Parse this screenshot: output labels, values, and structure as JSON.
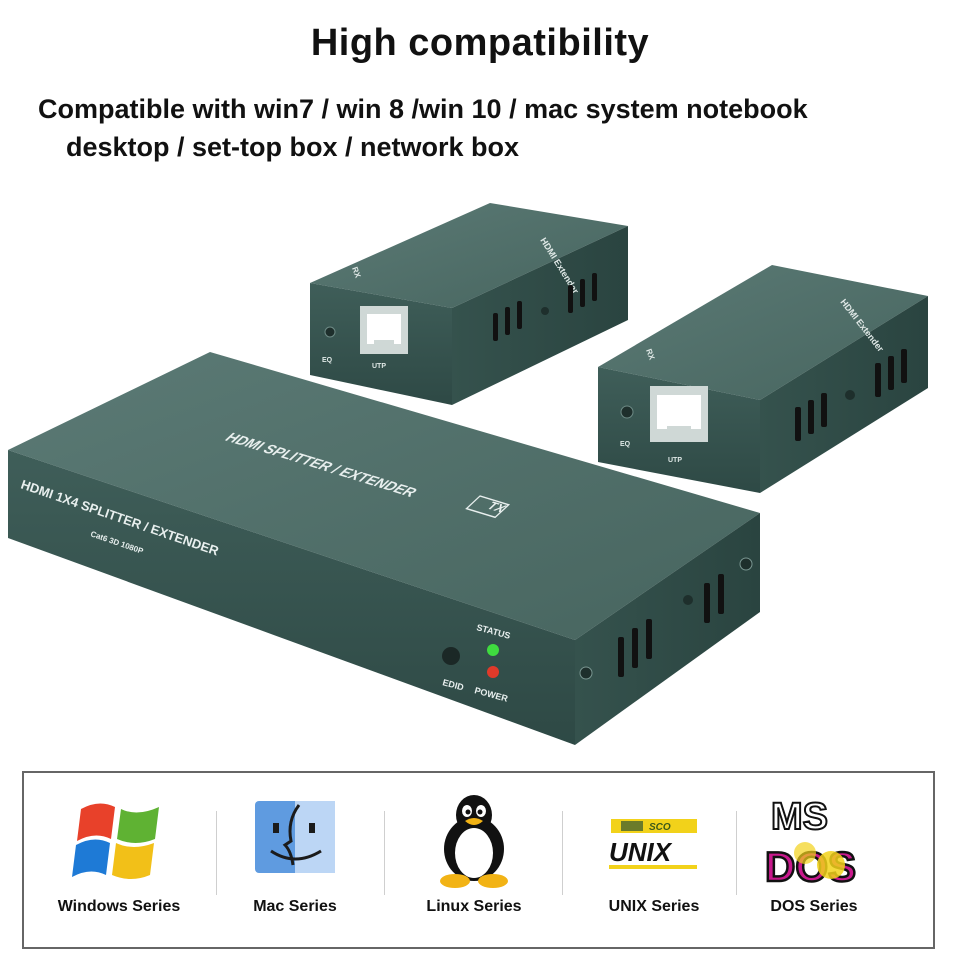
{
  "header": {
    "title": "High compatibility",
    "line1": "Compatible with win7 / win 8 /win 10 / mac system notebook",
    "line2": "desktop / set-top box / network box"
  },
  "product": {
    "main_top_label": "HDMI SPLITTER / EXTENDER",
    "main_tx_badge": "TX",
    "main_front_label": "HDMI 1X4 SPLITTER / EXTENDER",
    "main_front_sub": "Cat6  3D  1080P",
    "status_label": "STATUS",
    "power_label": "POWER",
    "edid_label": "EDID",
    "receiver_top_label": "HDMI Extender",
    "receiver_side_label": "RX",
    "receiver_eq_label": "EQ",
    "receiver_utp_label": "UTP",
    "status_led_color": "#3fdc3f",
    "power_led_color": "#e03a2a",
    "body_color": "#3f5e59"
  },
  "os_bar": {
    "items": [
      {
        "label": "Windows Series",
        "icon": "windows-logo-icon"
      },
      {
        "label": "Mac Series",
        "icon": "mac-finder-icon"
      },
      {
        "label": "Linux Series",
        "icon": "linux-tux-icon"
      },
      {
        "label": "UNIX Series",
        "icon": "sco-unix-icon"
      },
      {
        "label": "DOS Series",
        "icon": "ms-dos-icon"
      }
    ],
    "sco_text": "SCO",
    "unix_text": "UNIX",
    "ms_text": "MS",
    "dos_text": "DOS"
  }
}
